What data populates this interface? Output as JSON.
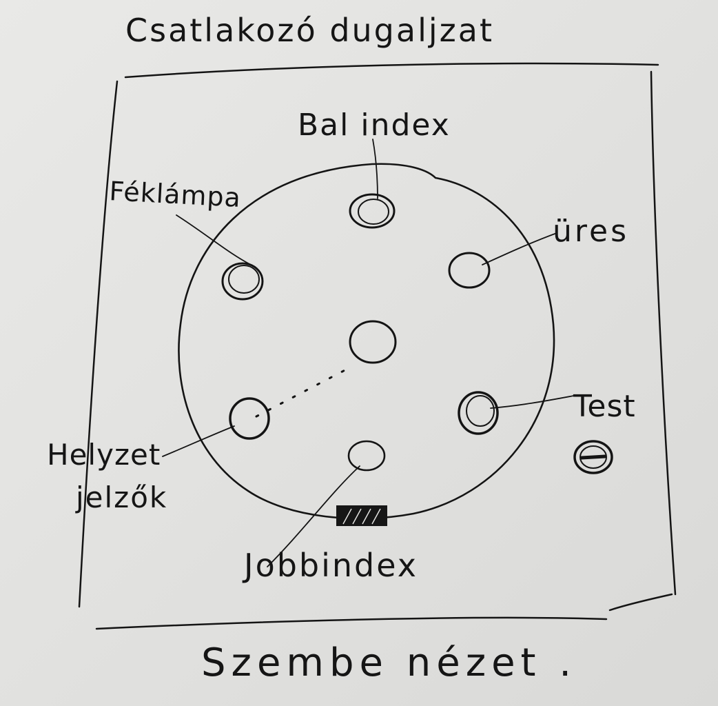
{
  "title": "Csatlakozó dugaljzat",
  "caption": "Szembe nézet .",
  "labels": {
    "bal_index": "Bal index",
    "feklampa": "Féklámpa",
    "ures": "üres",
    "test": "Test",
    "helyzetjelzok_line1": "Helyzet",
    "helyzetjelzok_line2": "jelzők",
    "jobb_index": "Jobbindex"
  }
}
